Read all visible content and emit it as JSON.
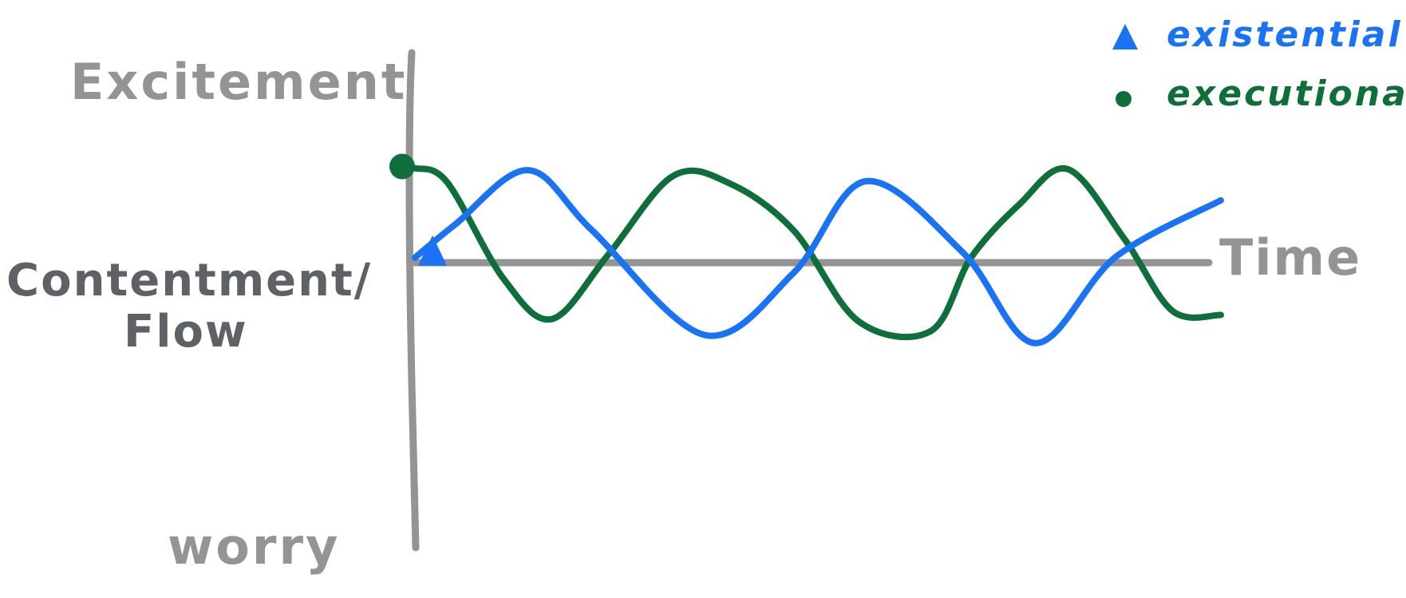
{
  "chart_data": {
    "type": "line",
    "xlabel": "Time",
    "y_labels": {
      "top": "Excitement",
      "middle_line1": "Contentment/",
      "middle_line2": "Flow",
      "bottom": "worry"
    },
    "ylim": [
      -1,
      1
    ],
    "axis_color": "#949494",
    "grid": false,
    "legend_position": "top-right",
    "series": [
      {
        "name": "existential",
        "color": "#1a73f5",
        "marker": "triangle",
        "x": [
          0,
          0.05,
          0.14,
          0.22,
          0.36,
          0.47,
          0.56,
          0.68,
          0.77,
          0.87,
          1.0
        ],
        "y": [
          0.05,
          0.38,
          0.92,
          0.32,
          -0.72,
          -0.1,
          0.81,
          0.1,
          -0.8,
          0.06,
          0.62
        ]
      },
      {
        "name": "executional",
        "color": "#0f6f3a",
        "marker": "dot",
        "x": [
          0,
          0.04,
          0.11,
          0.17,
          0.24,
          0.32,
          0.39,
          0.47,
          0.55,
          0.64,
          0.69,
          0.75,
          0.81,
          0.88,
          0.94,
          1.0
        ],
        "y": [
          0.94,
          0.8,
          -0.16,
          -0.56,
          0.08,
          0.86,
          0.79,
          0.32,
          -0.58,
          -0.68,
          0.05,
          0.58,
          0.93,
          0.24,
          -0.48,
          -0.52
        ]
      }
    ]
  }
}
